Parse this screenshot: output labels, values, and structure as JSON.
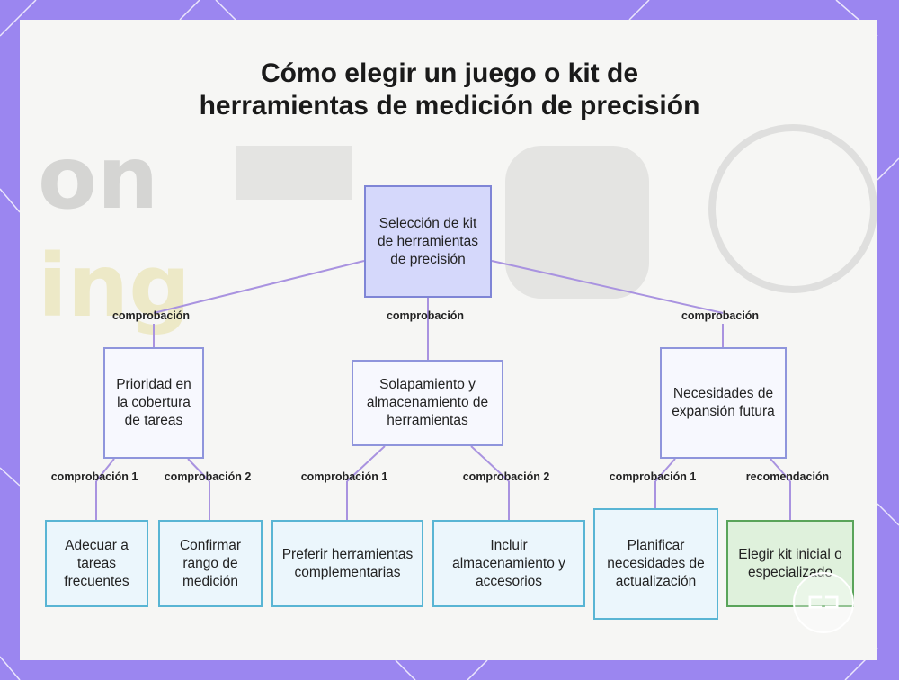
{
  "title": "Cómo elegir un juego o kit de herramientas de medición de precisión",
  "colors": {
    "background": "#9b86f0",
    "root_fill": "#d5d8fb",
    "mid_fill": "#f7f8fe",
    "leaf_fill": "#ebf6fc",
    "recommend_fill": "#dff1dc",
    "connector": "#a993e0"
  },
  "nodes": {
    "root": "Selección de kit de herramientas de precisión",
    "priority": "Prioridad en la cobertura de tareas",
    "overlap": "Solapamiento y almacenamiento de herramientas",
    "expansion": "Necesidades de expansión futura",
    "adapt": "Adecuar a tareas frecuentes",
    "confirm": "Confirmar rango de medición",
    "prefer": "Preferir herramientas complementarias",
    "include": "Incluir almacenamiento y accesorios",
    "plan": "Planificar necesidades de actualización",
    "choose": "Elegir kit inicial o especializado"
  },
  "edges": {
    "root_priority": "comprobación",
    "root_overlap": "comprobación",
    "root_expansion": "comprobación",
    "priority_adapt": "comprobación 1",
    "priority_confirm": "comprobación 2",
    "overlap_prefer": "comprobación 1",
    "overlap_include": "comprobación 2",
    "expansion_plan": "comprobación 1",
    "expansion_choose": "recomendación"
  }
}
